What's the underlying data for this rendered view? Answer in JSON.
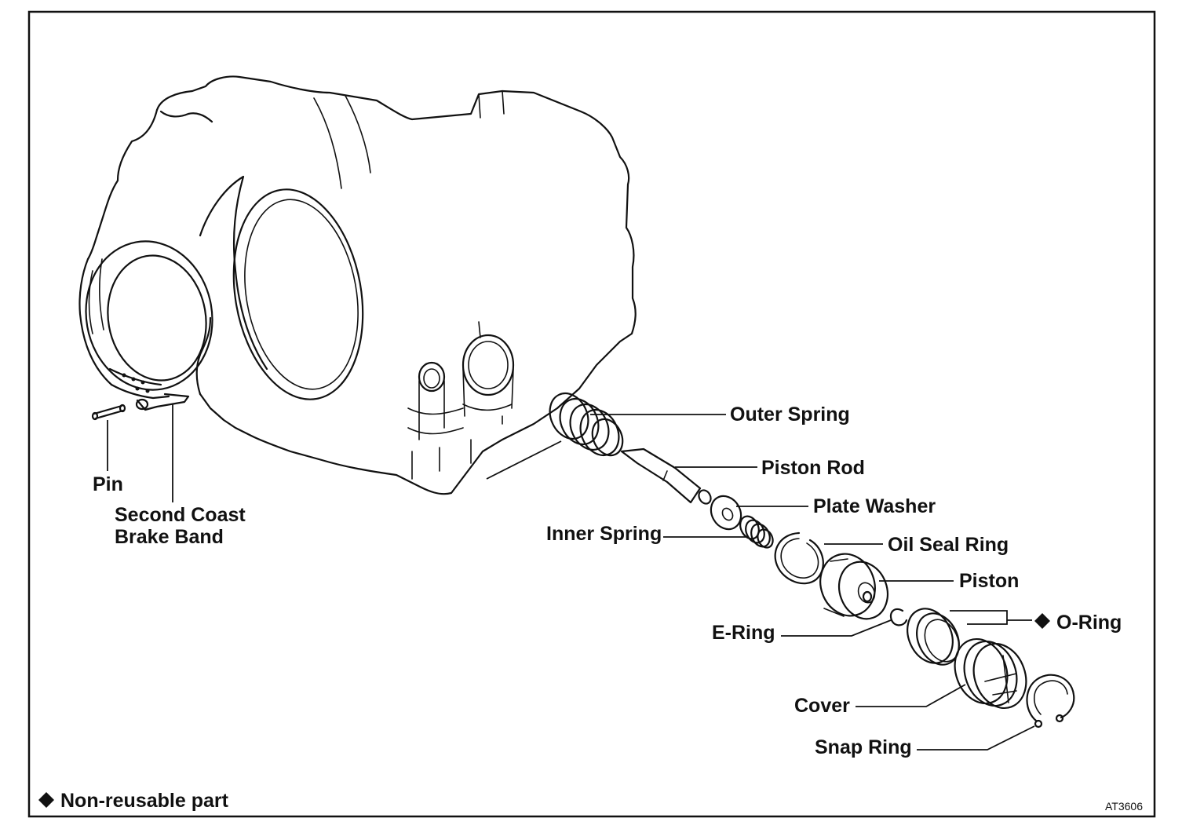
{
  "labels": {
    "pin": "Pin",
    "second_coast_line1": "Second Coast",
    "second_coast_line2": "Brake Band",
    "outer_spring": "Outer Spring",
    "piston_rod": "Piston Rod",
    "plate_washer": "Plate Washer",
    "inner_spring": "Inner Spring",
    "oil_seal_ring": "Oil Seal Ring",
    "piston": "Piston",
    "o_ring": "O-Ring",
    "e_ring": "E-Ring",
    "cover": "Cover",
    "snap_ring": "Snap Ring"
  },
  "legend": {
    "symbol": "◆",
    "text": "Non-reusable part"
  },
  "figure_code": "AT3606",
  "colors": {
    "ink": "#111111",
    "paper": "#ffffff"
  }
}
